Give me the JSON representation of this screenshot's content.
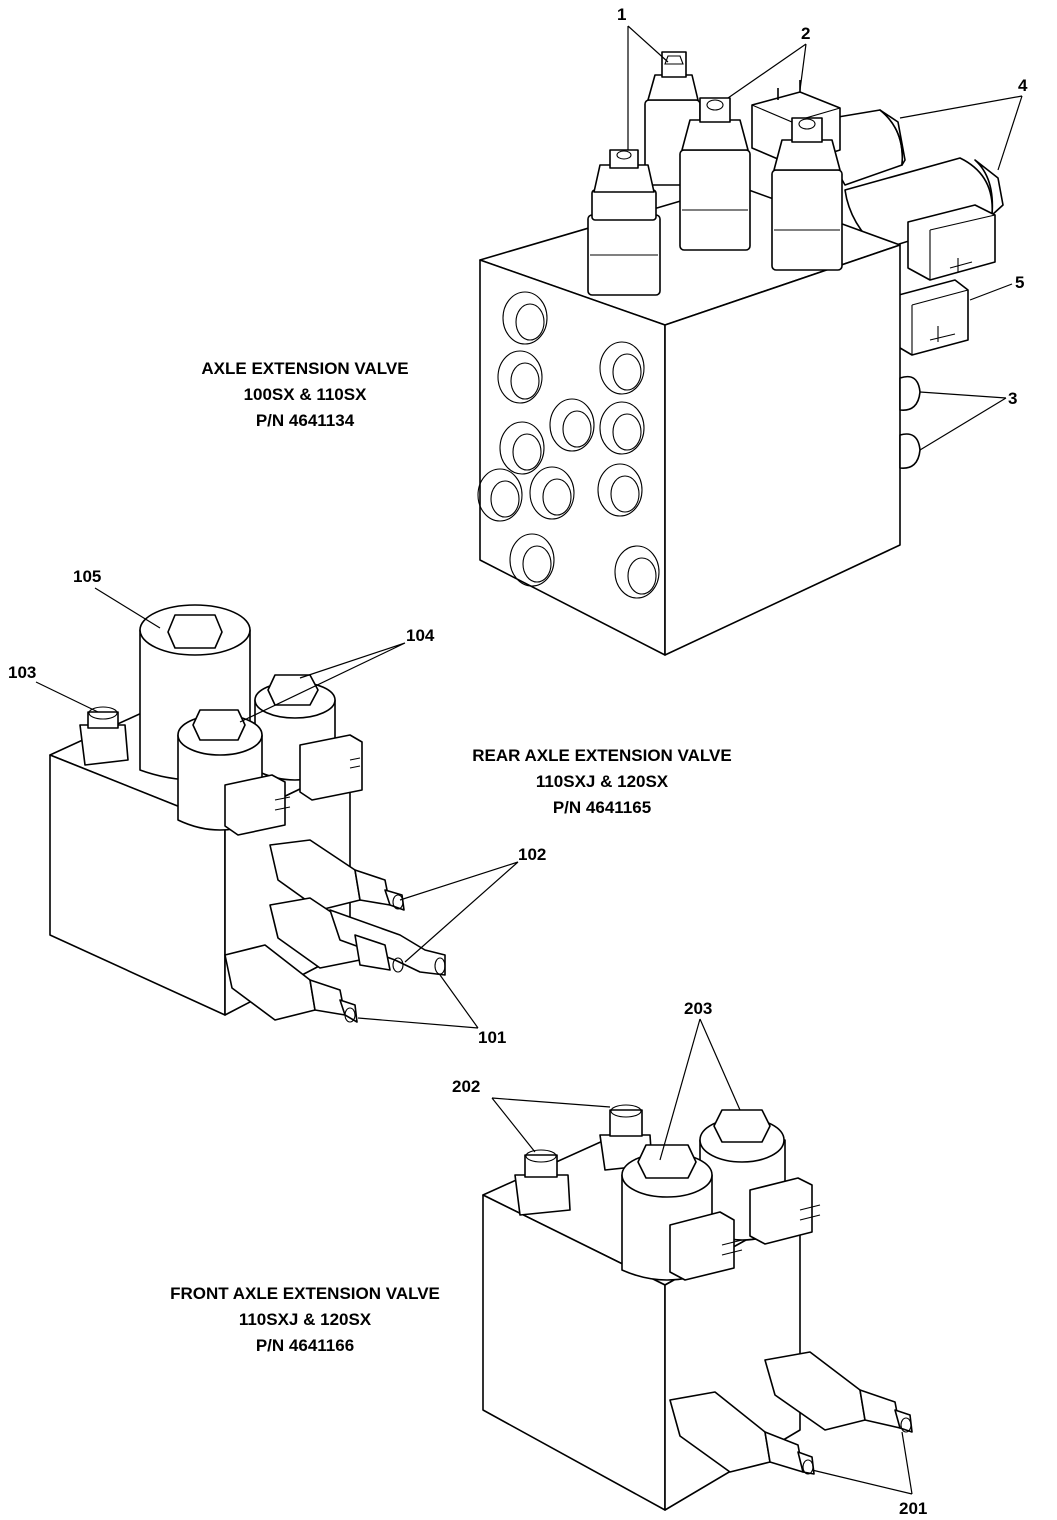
{
  "assemblies": [
    {
      "title": "AXLE EXTENSION VALVE",
      "models": "100SX & 110SX",
      "part_number": "P/N 4641134",
      "callouts": [
        "1",
        "2",
        "3",
        "4",
        "5"
      ]
    },
    {
      "title": "REAR AXLE EXTENSION VALVE",
      "models": "110SXJ & 120SX",
      "part_number": "P/N 4641165",
      "callouts": [
        "101",
        "102",
        "103",
        "104",
        "105"
      ]
    },
    {
      "title": "FRONT AXLE EXTENSION VALVE",
      "models": "110SXJ & 120SX",
      "part_number": "P/N 4641166",
      "callouts": [
        "201",
        "202",
        "203"
      ]
    }
  ]
}
